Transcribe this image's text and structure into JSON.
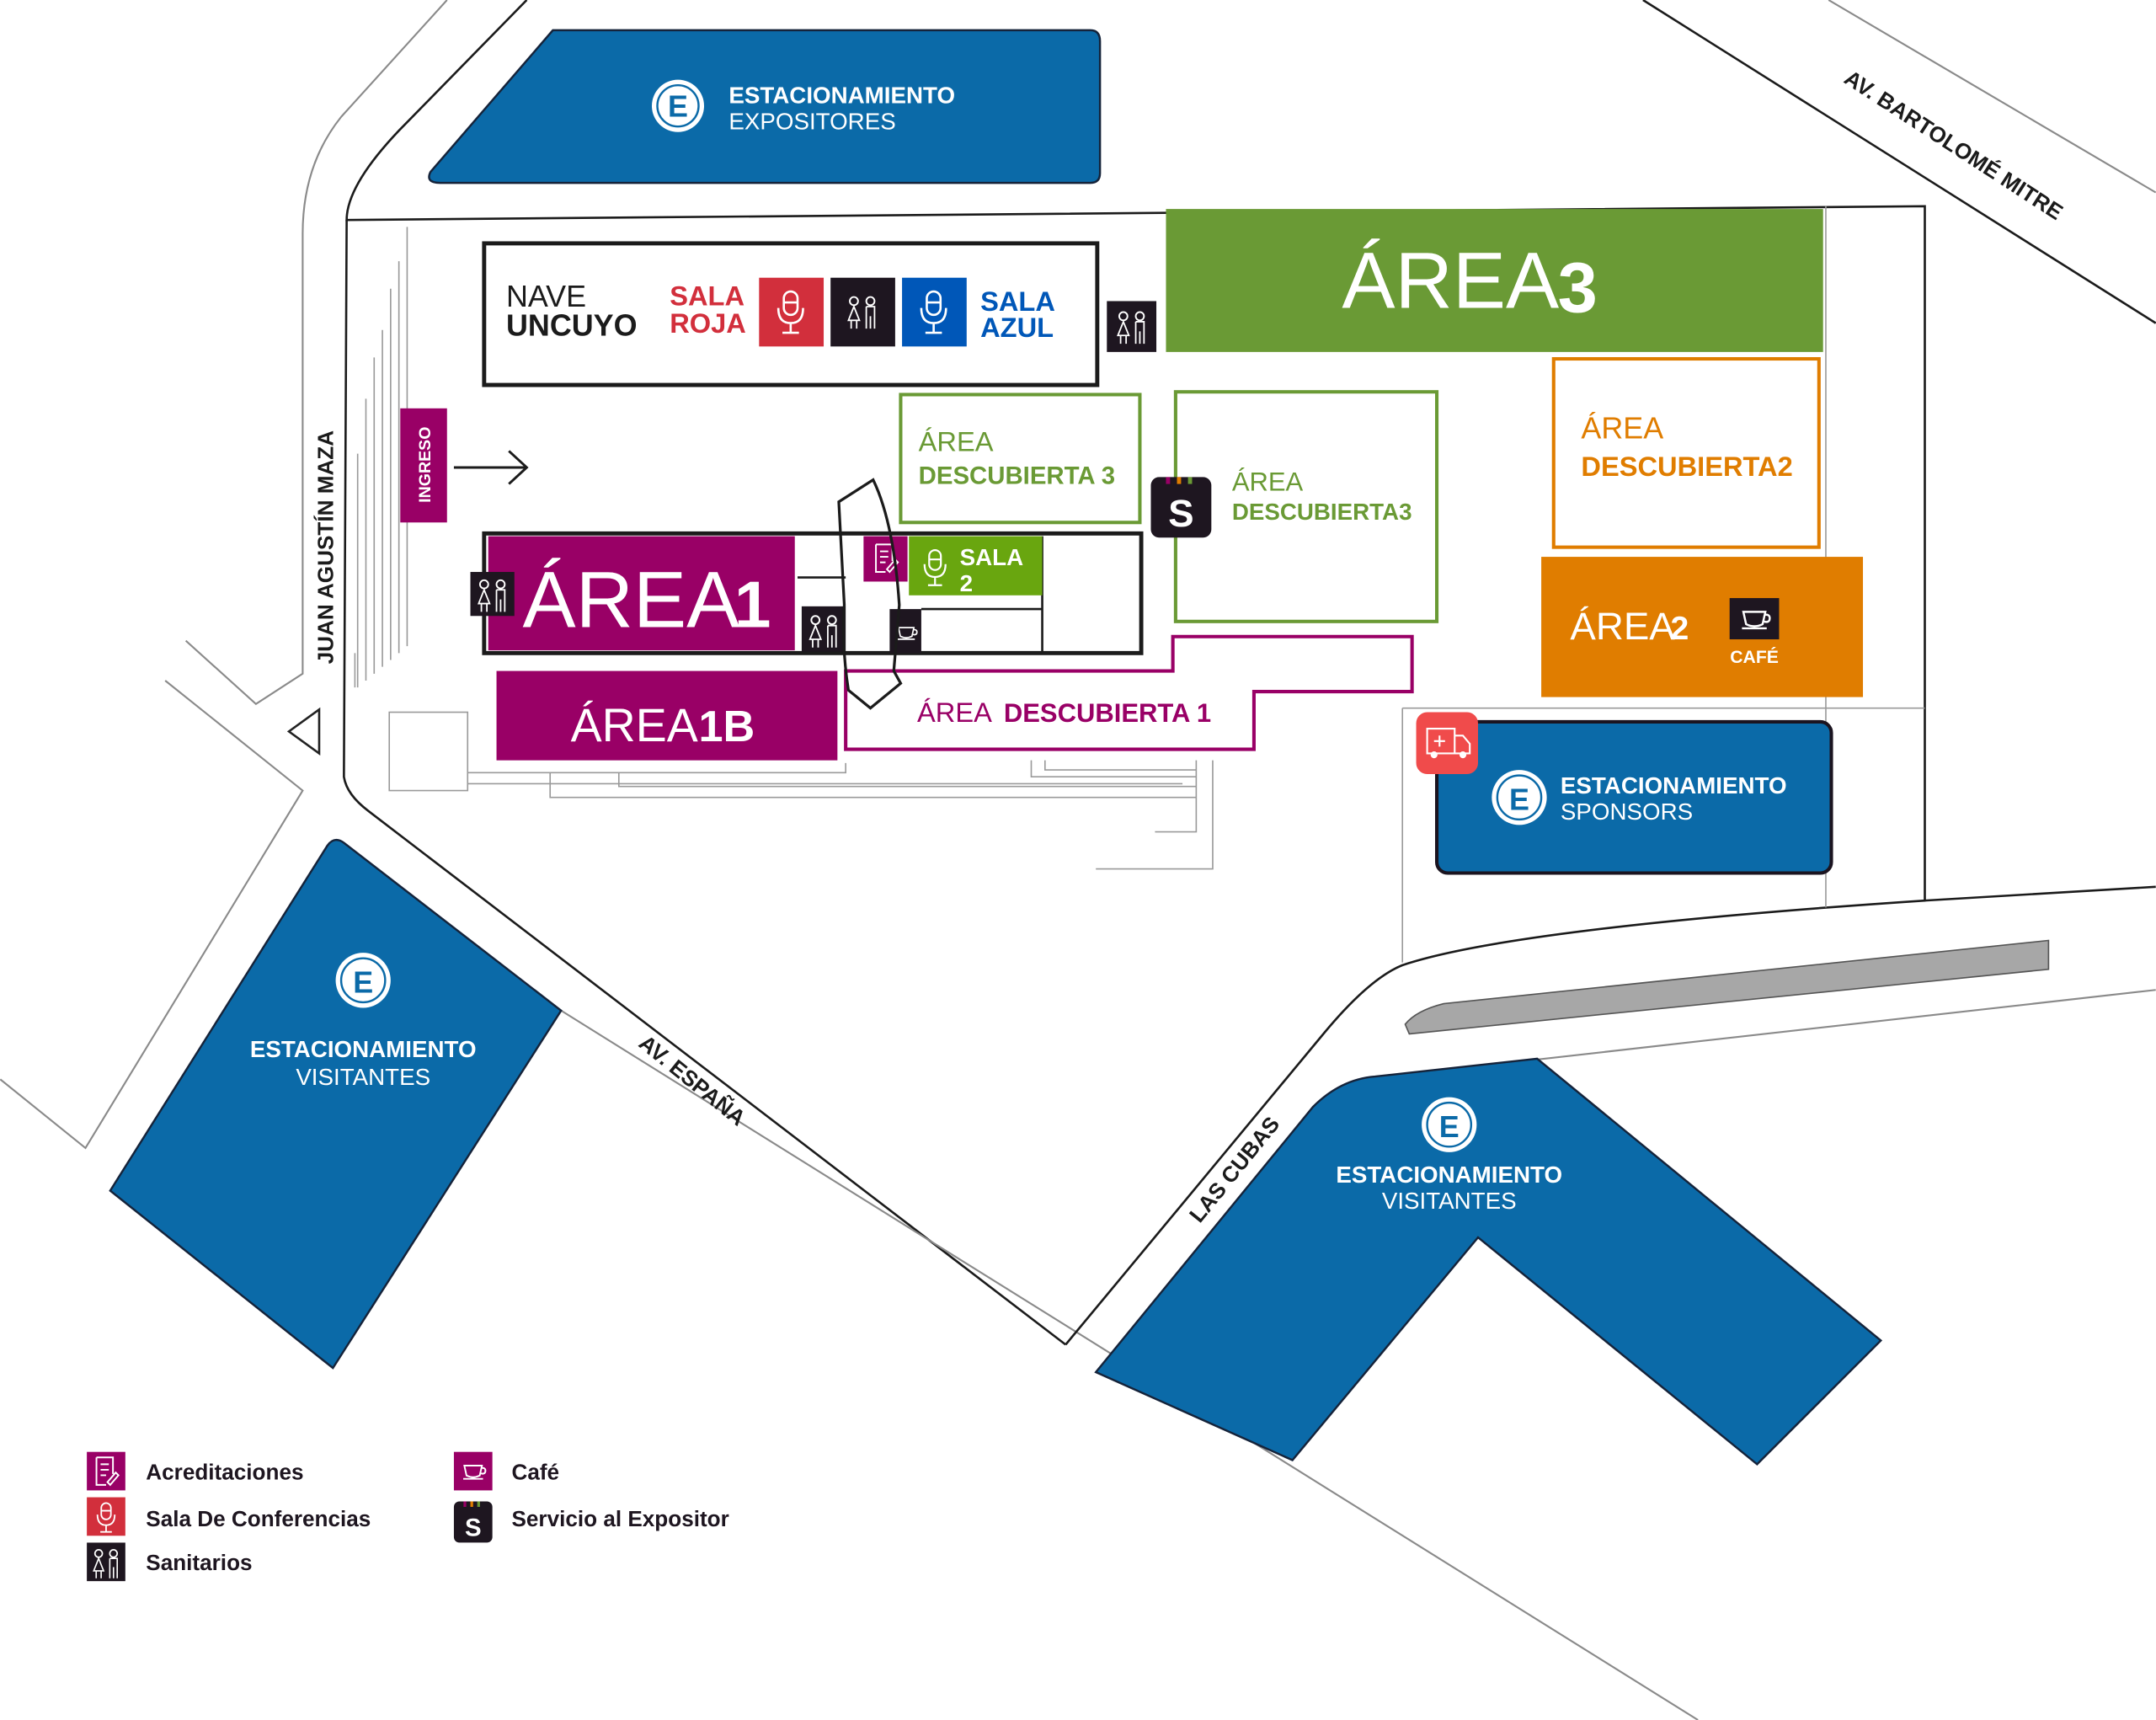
{
  "colors": {
    "parking_blue": "#0b6aa8",
    "area3_green": "#6a9a35",
    "area2_orange": "#e07d00",
    "magenta": "#990066",
    "sala_roja": "#d22f3c",
    "sala_azul": "#0057b8",
    "sala2_green": "#69a60f",
    "dark_icon": "#1e1620",
    "ambulance_red": "#f04b4b"
  },
  "streets": {
    "north_west": "JUAN AGUSTÍN MAZA",
    "south": "AV. ESPAÑA",
    "south_east": "LAS CUBAS",
    "north_east": "AV. BARTOLOMÉ MITRE"
  },
  "parkings": {
    "expositores": {
      "icon": "E",
      "line1": "ESTACIONAMIENTO",
      "line2": "EXPOSITORES"
    },
    "sponsors": {
      "icon": "E",
      "line1": "ESTACIONAMIENTO",
      "line2": "SPONSORS"
    },
    "visitantes_left": {
      "icon": "E",
      "line1": "ESTACIONAMIENTO",
      "line2": "VISITANTES"
    },
    "visitantes_right": {
      "icon": "E",
      "line1": "ESTACIONAMIENTO",
      "line2": "VISITANTES"
    }
  },
  "nave": {
    "line1": "NAVE",
    "line2": "UNCUYO"
  },
  "salas": {
    "roja": {
      "line1": "SALA",
      "line2": "ROJA"
    },
    "azul": {
      "line1": "SALA",
      "line2": "AZUL"
    },
    "sala2": {
      "line1": "SALA",
      "line2": "2"
    }
  },
  "areas": {
    "area3": {
      "word": "ÁREA",
      "num": "3"
    },
    "area1": {
      "word": "ÁREA",
      "num": "1"
    },
    "area1b": {
      "word": "ÁREA",
      "num": "1B"
    },
    "area2": {
      "word": "ÁREA",
      "num": "2",
      "cafe": "CAFÉ"
    },
    "desc3_small": {
      "word": "ÁREA",
      "name": "DESCUBIERTA 3"
    },
    "desc3_large": {
      "word": "ÁREA",
      "name": "DESCUBIERTA3"
    },
    "desc2": {
      "word": "ÁREA",
      "name": "DESCUBIERTA2"
    },
    "desc1": {
      "word": "ÁREA",
      "name": "DESCUBIERTA 1"
    }
  },
  "entrance": {
    "label": "INGRESO"
  },
  "service_icon_letter": "S",
  "legend": [
    {
      "icon": "accreditation-icon",
      "label": "Acreditaciones"
    },
    {
      "icon": "microphone-icon",
      "label": "Sala De Conferencias"
    },
    {
      "icon": "restroom-icon",
      "label": "Sanitarios"
    },
    {
      "icon": "coffee-cup-icon",
      "label": "Café"
    },
    {
      "icon": "service-s-icon",
      "label": "Servicio al Expositor"
    }
  ]
}
